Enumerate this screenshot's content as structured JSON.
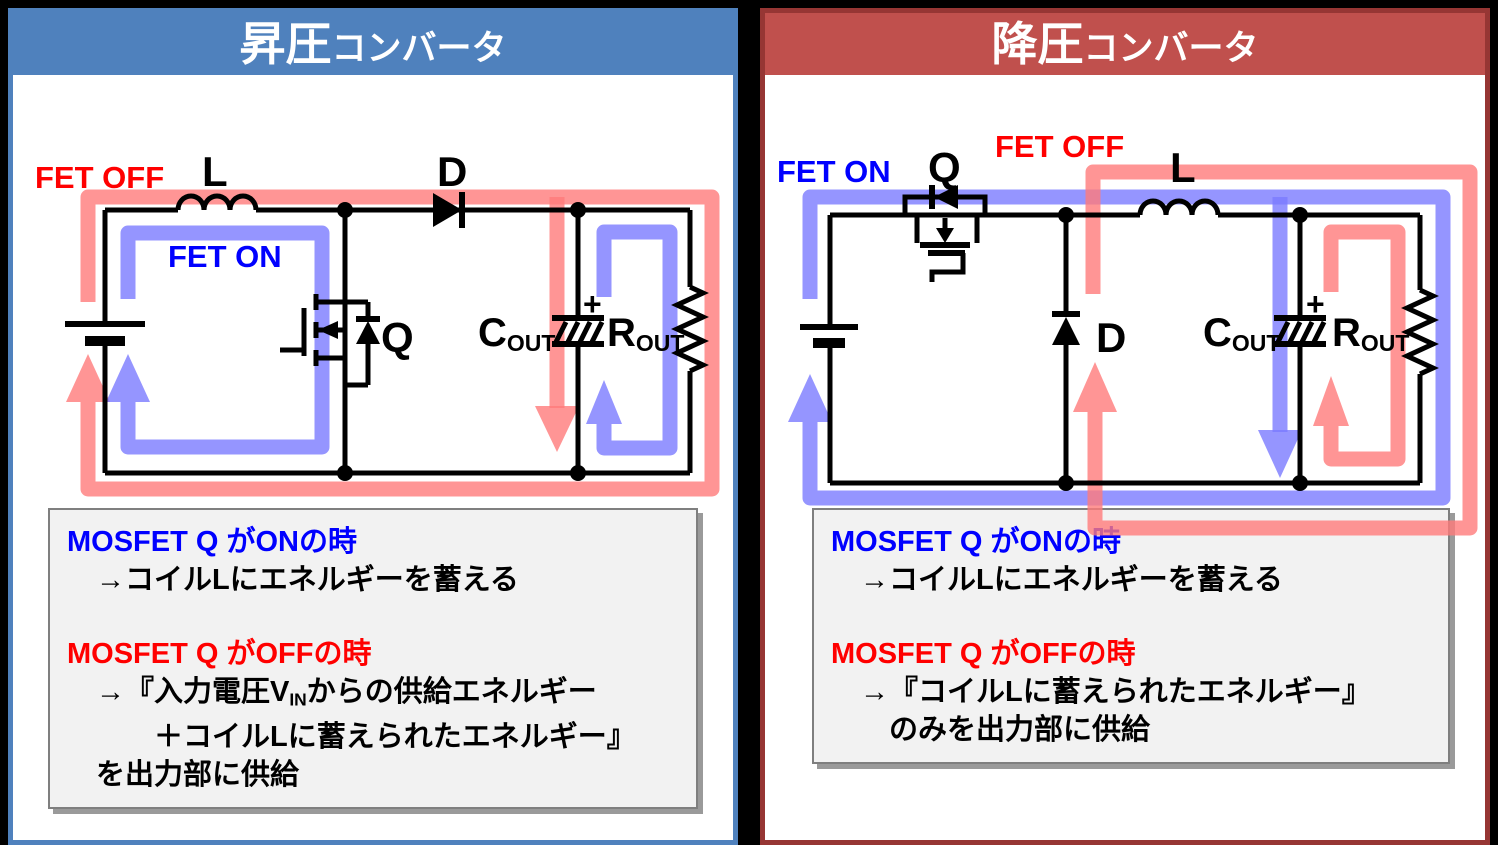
{
  "colors": {
    "header_blue": "#4f81bd",
    "header_red": "#c0504d",
    "panel_border_red": "#963634",
    "loop_red": "#ff7a7a",
    "loop_blue": "#7a7aff",
    "text_red": "#ff0000",
    "text_blue": "#0000ff",
    "text_black": "#000000",
    "box_bg": "#f2f2f2",
    "box_border": "#7f7f7f"
  },
  "boost": {
    "title_main": "昇圧",
    "title_sub": "コンバータ",
    "fet_off": "FET OFF",
    "fet_on": "FET ON",
    "labels": {
      "inductor": "L",
      "diode": "D",
      "mosfet": "Q",
      "cap": "C",
      "cap_sub": "OUT",
      "res": "R",
      "res_sub": "OUT",
      "cap_plus": "+"
    },
    "info_lines": [
      {
        "color": "blue",
        "segments": [
          {
            "text": "MOSFET Q がONの時"
          }
        ]
      },
      {
        "color": "black",
        "segments": [
          {
            "text": "　→コイルLにエネルギーを蓄える"
          }
        ]
      },
      {
        "blank": true
      },
      {
        "color": "red",
        "segments": [
          {
            "text": "MOSFET Q がOFFの時"
          }
        ]
      },
      {
        "color": "black",
        "segments": [
          {
            "text": "　→『入力電圧V"
          },
          {
            "text": "IN",
            "sub": true
          },
          {
            "text": "からの供給エネルギー"
          }
        ]
      },
      {
        "color": "black",
        "segments": [
          {
            "text": "　　　＋コイルLに蓄えられたエネルギー』"
          }
        ]
      },
      {
        "color": "black",
        "segments": [
          {
            "text": "　を出力部に供給"
          }
        ]
      }
    ]
  },
  "buck": {
    "title_main": "降圧",
    "title_sub": "コンバータ",
    "fet_off": "FET OFF",
    "fet_on": "FET ON",
    "labels": {
      "inductor": "L",
      "diode": "D",
      "mosfet": "Q",
      "cap": "C",
      "cap_sub": "OUT",
      "res": "R",
      "res_sub": "OUT",
      "cap_plus": "+"
    },
    "info_lines": [
      {
        "color": "blue",
        "segments": [
          {
            "text": "MOSFET Q がONの時"
          }
        ]
      },
      {
        "color": "black",
        "segments": [
          {
            "text": "　→コイルLにエネルギーを蓄える"
          }
        ]
      },
      {
        "blank": true
      },
      {
        "color": "red",
        "segments": [
          {
            "text": "MOSFET Q がOFFの時"
          }
        ]
      },
      {
        "color": "black",
        "segments": [
          {
            "text": "　→『コイルLに蓄えられたエネルギー』"
          }
        ]
      },
      {
        "color": "black",
        "segments": [
          {
            "text": "　　のみを出力部に供給"
          }
        ]
      }
    ]
  }
}
